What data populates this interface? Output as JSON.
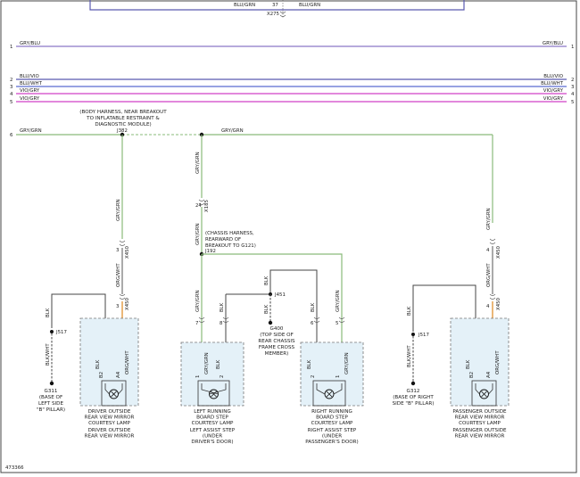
{
  "figure_id": "473366",
  "top_connector": {
    "left_label": "BLU/GRN",
    "pin": "37",
    "right_label": "BLU/GRN",
    "name": "X275"
  },
  "buses": [
    {
      "num": "1",
      "left": "GRY/BLU",
      "right": "GRY/BLU",
      "color": "#8a78c8"
    },
    {
      "num": "2",
      "left": "BLU/VIO",
      "right": "BLU/VIO",
      "color": "#5a5ab0"
    },
    {
      "num": "3",
      "left": "BLU/WHT",
      "right": "BLU/WHT",
      "color": "#5a6ad0"
    },
    {
      "num": "4",
      "left": "VIO/GRY",
      "right": "VIO/GRY",
      "color": "#d040c8"
    },
    {
      "num": "5",
      "left": "VIO/GRY",
      "right": "VIO/GRY",
      "color": "#d040c8"
    }
  ],
  "feed": {
    "num": "6",
    "left": "GRY/GRN",
    "mid": "GRY/GRN",
    "splice": "J382",
    "splice_note": [
      "(BODY HARNESS, NEAR BREAKOUT",
      "TO INFLATABLE RESTRAINT &",
      "DIAGNOSTIC MODULE)"
    ]
  },
  "color_wire": "#8abb7a",
  "color_orange": "#e09030",
  "components": [
    {
      "caption": [
        "DRIVER OUTSIDE",
        "REAR VIEW MIRROR",
        "COURTESY LAMP"
      ],
      "sub": [
        "DRIVER OUTSIDE",
        "REAR VIEW MIRROR"
      ],
      "pins": [
        {
          "n": "B2",
          "w": "BLK"
        },
        {
          "n": "A4",
          "w": "ORG/WHT"
        }
      ]
    },
    {
      "caption": [
        "LEFT RUNNING",
        "BOARD STEP",
        "COURTESY LAMP"
      ],
      "sub": [
        "LEFT ASSIST STEP",
        "(UNDER",
        "DRIVER'S DOOR)"
      ],
      "pins": [
        {
          "n": "2",
          "w": "BLK"
        },
        {
          "n": "1",
          "w": "GRY/GRN"
        }
      ]
    },
    {
      "caption": [
        "RIGHT RUNNING",
        "BOARD STEP",
        "COURTESY LAMP"
      ],
      "sub": [
        "RIGHT ASSIST STEP",
        "(UNDER",
        "PASSENGER'S DOOR)"
      ],
      "pins": [
        {
          "n": "2",
          "w": "BLK"
        },
        {
          "n": "1",
          "w": "GRY/GRN"
        }
      ]
    },
    {
      "caption": [
        "PASSENGER OUTSIDE",
        "REAR VIEW MIRROR",
        "COURTESY LAMP"
      ],
      "sub": [
        "PASSENGER OUTSIDE",
        "REAR VIEW MIRROR"
      ],
      "pins": [
        {
          "n": "B2",
          "w": "BLK"
        },
        {
          "n": "A4",
          "w": "ORG/WHT"
        }
      ]
    }
  ],
  "labels": {
    "blk": "BLK",
    "blkwht": "BLK/WHT",
    "gryGrn": "GRY/GRN",
    "orgWht": "ORG/WHT",
    "x450": "X450",
    "x185": "X185",
    "pin3": "3",
    "pin24": "24",
    "pin7": "7",
    "pin8": "8",
    "pin6": "6",
    "pin5": "5",
    "pin4": "4",
    "j517": "J517",
    "j192": "J192",
    "j451": "J451",
    "chassis_note": [
      "(CHASSIS HARNESS,",
      "REARWARD OF",
      "BREAKOUT TO G121)"
    ],
    "g311": [
      "G311",
      "(BASE OF",
      "LEFT SIDE",
      "\"B\" PILLAR)"
    ],
    "g312": [
      "G312",
      "(BASE OF RIGHT",
      "SIDE \"B\" PILLAR)"
    ],
    "g400": [
      "G400",
      "(TOP SIDE OF",
      "REAR CHASSIS",
      "FRAME CROSS",
      "MEMBER)"
    ]
  }
}
